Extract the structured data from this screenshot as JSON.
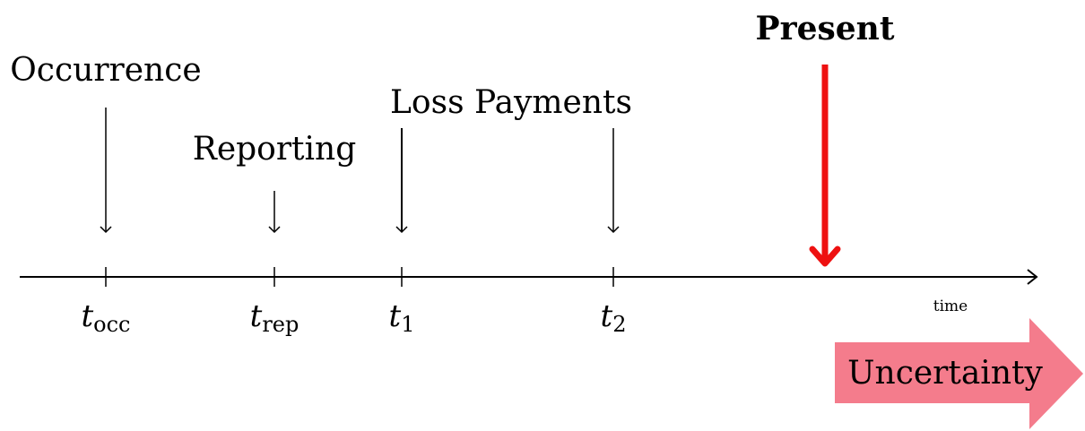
{
  "events": [
    {
      "label": "Occurrence"
    },
    {
      "label": "Reporting"
    },
    {
      "label": "Loss Payments"
    }
  ],
  "ticks": [
    {
      "main": "t",
      "sub": "occ"
    },
    {
      "main": "t",
      "sub": "rep"
    },
    {
      "main": "t",
      "sub": "1"
    },
    {
      "main": "t",
      "sub": "2"
    }
  ],
  "axis": {
    "label": "time"
  },
  "present": {
    "label": "Present",
    "color": "#ee1111"
  },
  "uncertainty": {
    "label": "Uncertainty",
    "color": "#f47c8c"
  }
}
